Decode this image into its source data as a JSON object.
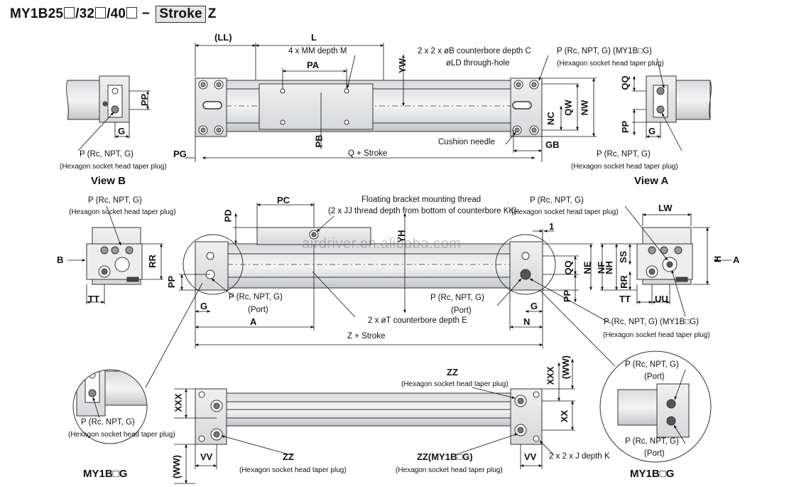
{
  "title": {
    "model": "MY1B25",
    "size2": "/32",
    "size3": "/40",
    "dash": "−",
    "stroke": "Stroke",
    "suffix": "Z"
  },
  "labels": {
    "LL": "(LL)",
    "L": "L",
    "MM": "4 x MM depth M",
    "PA": "PA",
    "YW": "YW",
    "B_cb": "2 x 2 x øB counterbore depth C",
    "LD": "øLD through-hole",
    "P_top_right": "P (Rc, NPT, G) (MY1B□G)",
    "hex_plug": "(Hexagon socket head taper plug)",
    "QQ": "QQ",
    "PP": "PP",
    "G": "G",
    "QW": "QW",
    "NW": "NW",
    "NC": "NC",
    "PB": "PB",
    "PG": "PG",
    "Q_stroke": "Q + Stroke",
    "cushion": "Cushion needle",
    "GB": "GB",
    "P_port": "P (Rc, NPT, G)",
    "view_b": "View B",
    "view_a": "View A",
    "PC": "PC",
    "PD": "PD",
    "YH": "YH",
    "floating1": "Floating bracket mounting thread",
    "floating2": "(2 x JJ thread depth from bottom of counterbore KK)",
    "one": "1",
    "LW": "LW",
    "B": "B",
    "A": "A",
    "RR": "RR",
    "TT": "TT",
    "UU": "UU",
    "NE": "NE",
    "NF": "NF",
    "NH": "NH",
    "SS": "SS",
    "H": "H",
    "port": "(Port)",
    "T_cb": "2 x øT counterbore depth E",
    "N": "N",
    "Z_stroke": "Z + Stroke",
    "P_mid_right": "P (Rc, NPT, G) (MY1B□G)",
    "ZZ": "ZZ",
    "XXX": "XXX",
    "WW": "(WW)",
    "XX": "XX",
    "VV": "VV",
    "ZZG": "ZZ(MY1B□G)",
    "J_depth": "2 x 2 x J depth K",
    "MY1BG": "MY1B□G"
  },
  "watermark": "airdriver.en.alibaba.com"
}
